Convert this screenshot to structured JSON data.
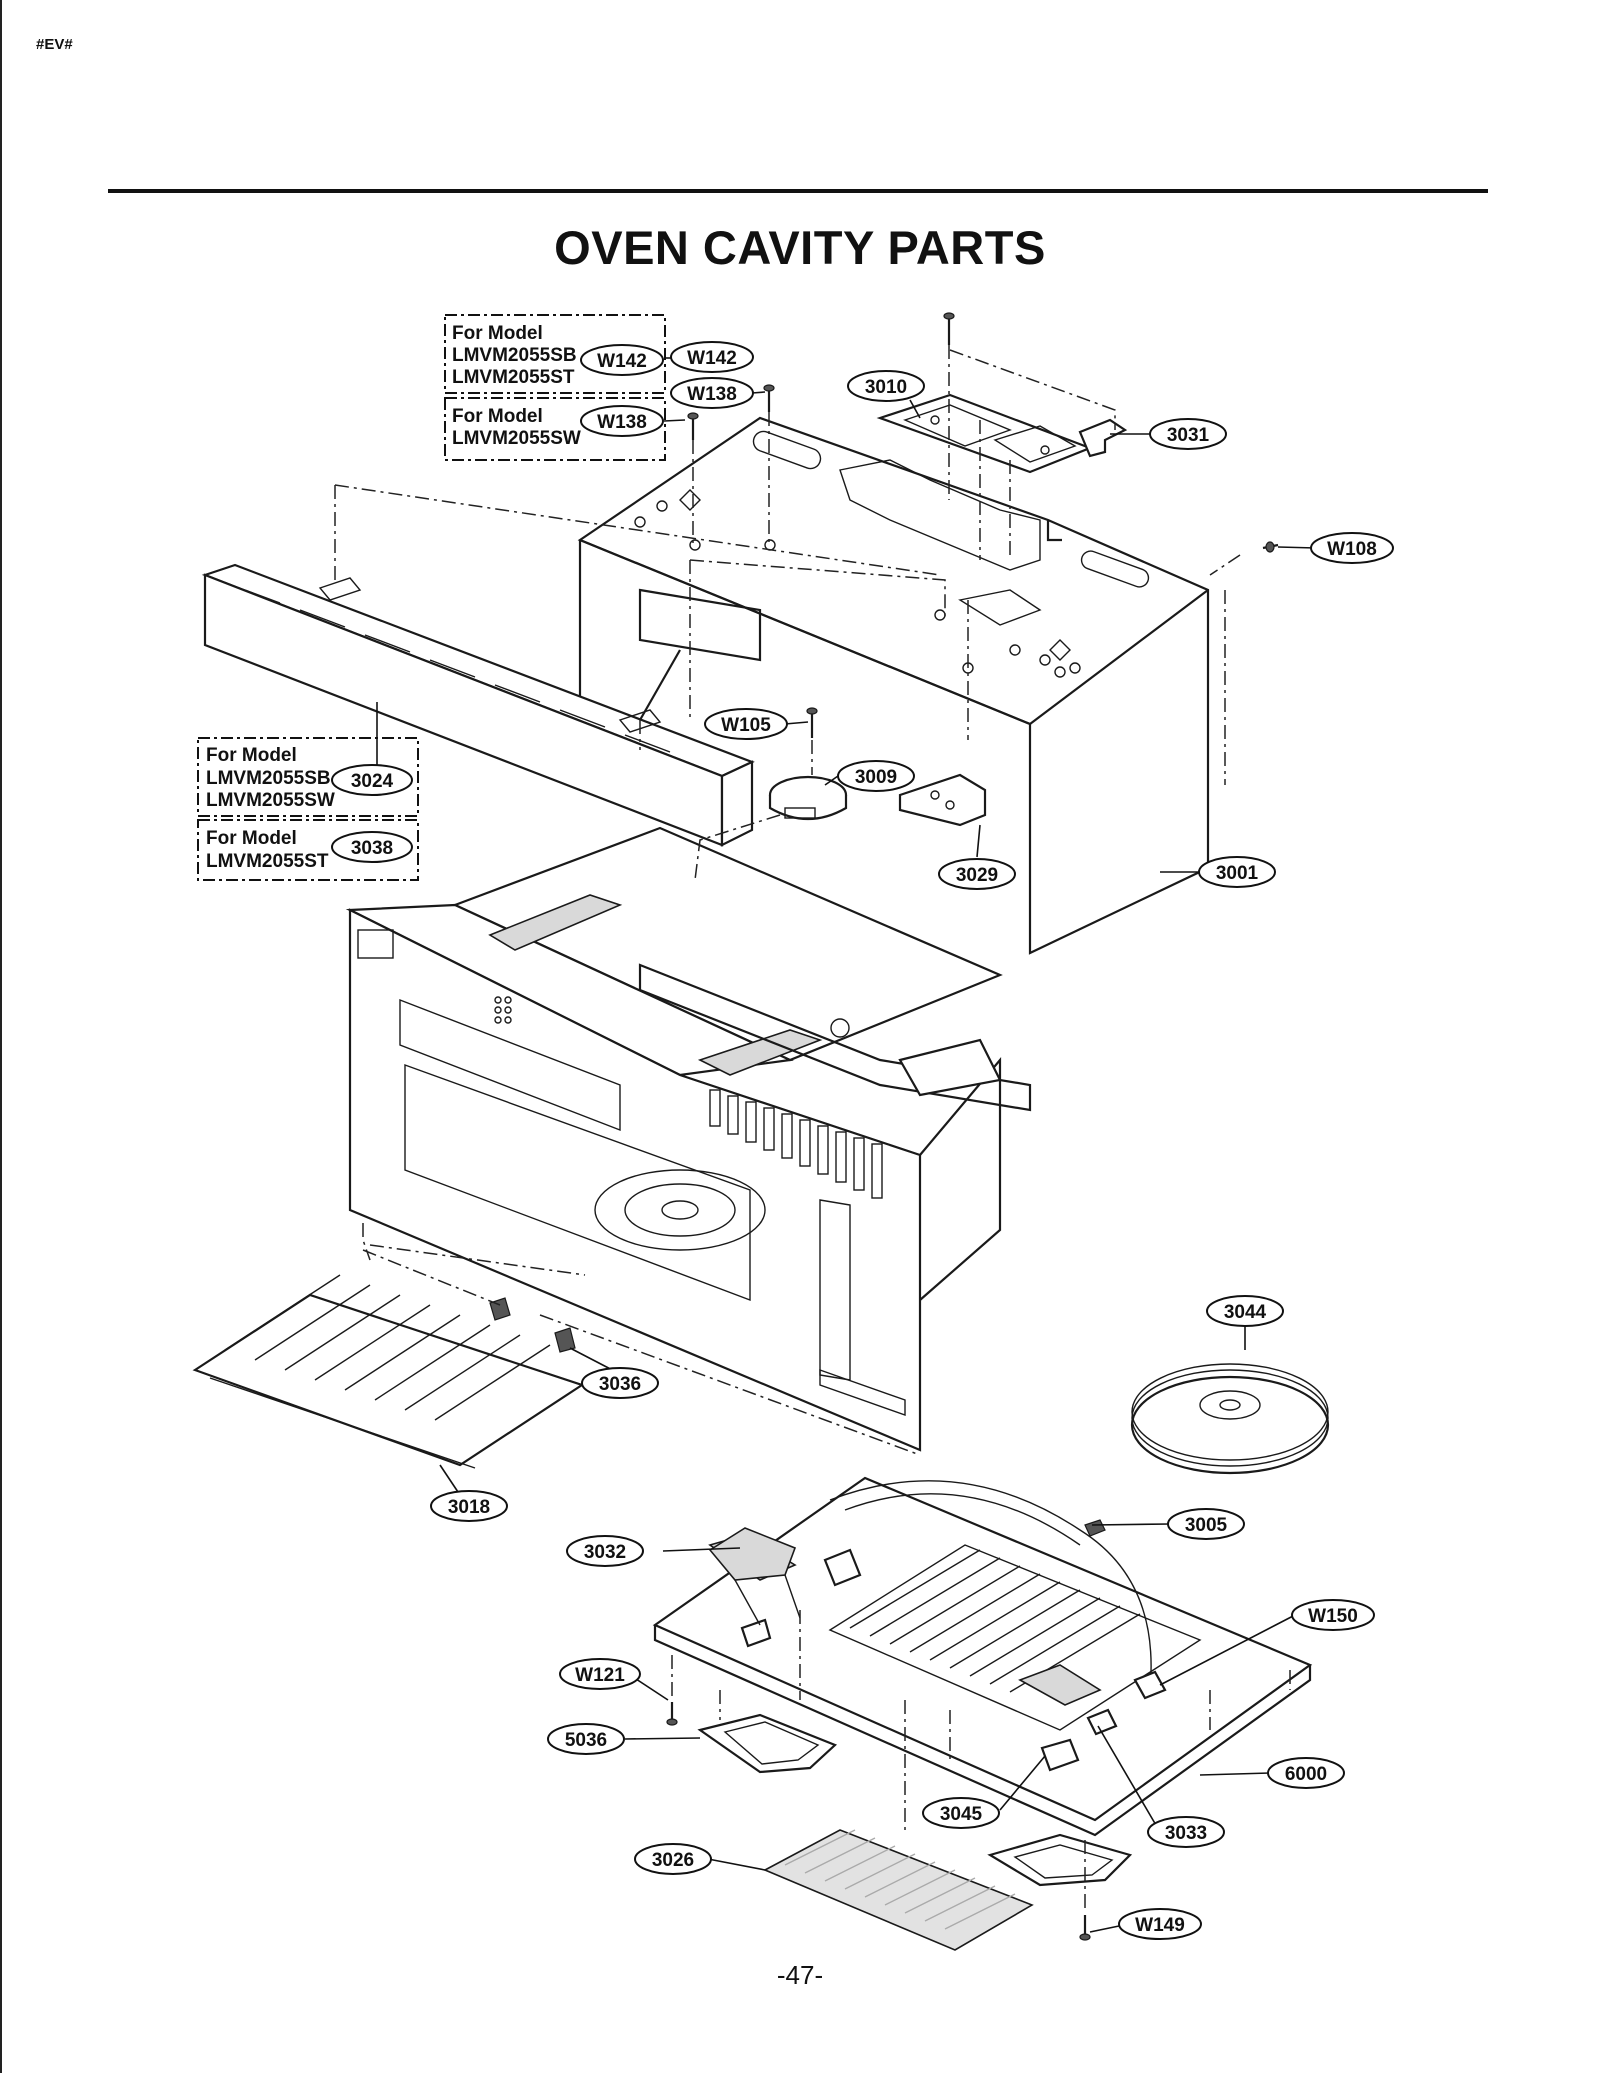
{
  "header": {
    "doc_code": "#EV#"
  },
  "page": {
    "title": "OVEN CAVITY PARTS",
    "number": "-47-"
  },
  "notes": [
    {
      "lines": [
        "For Model",
        "LMVM2055SB",
        "LMVM2055ST"
      ],
      "part": "W142"
    },
    {
      "lines": [
        "For Model",
        "LMVM2055SW"
      ],
      "part": "W138"
    },
    {
      "lines": [
        "For Model",
        "LMVM2055SB",
        "LMVM2055SW"
      ],
      "part": "3024"
    },
    {
      "lines": [
        "For Model",
        "LMVM2055ST"
      ],
      "part": "3038"
    }
  ],
  "callouts": [
    "W142",
    "W138",
    "3010",
    "3031",
    "W108",
    "W105",
    "3009",
    "3029",
    "3001",
    "3044",
    "3036",
    "3018",
    "3005",
    "3032",
    "W150",
    "W121",
    "5036",
    "6000",
    "3045",
    "3033",
    "3026",
    "W149"
  ]
}
